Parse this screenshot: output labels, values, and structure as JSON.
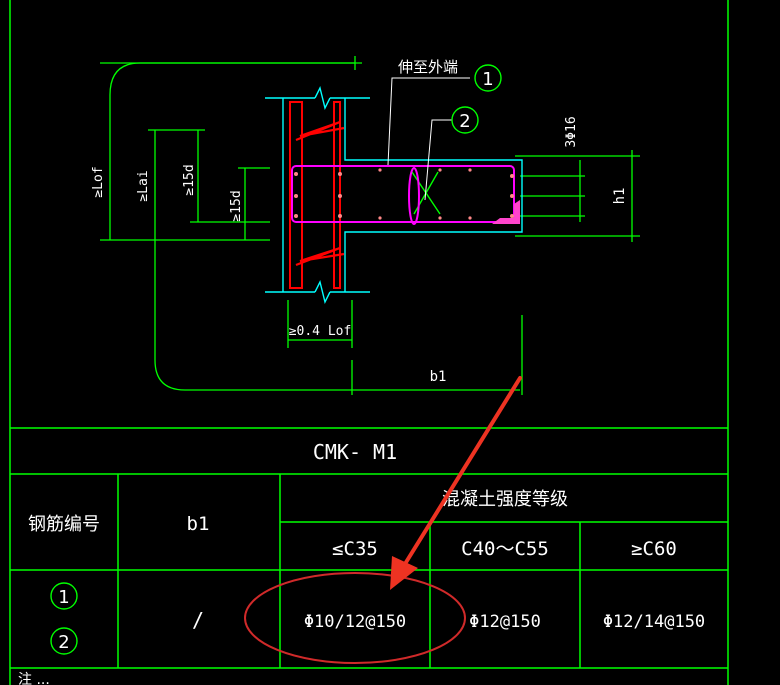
{
  "colors": {
    "background": "#000000",
    "frame": "#00ff00",
    "rebar": "#ff0000",
    "concrete": "#00ffff",
    "stirrup": "#ff00ff",
    "annotation": "#ffffff",
    "arrow": "#ee3322",
    "highlight": "#d02a2a"
  },
  "drawing": {
    "label_extend": "伸至外端",
    "callout_1": "1",
    "callout_2": "2",
    "dim_lof": "≥Lof",
    "dim_lai": "≥Lai",
    "dim_15d_a": "≥15d",
    "dim_15d_b": "≥15d",
    "dim_top_bar": "3Φ16",
    "dim_h1": "h1",
    "dim_04": "≥0.4 Lof",
    "dim_b1": "b1"
  },
  "table": {
    "title": "CMK- M1",
    "col_rebar_no": "钢筋编号",
    "col_b1": "b1",
    "col_grade": "混凝土强度等级",
    "sub_c35": "≤C35",
    "sub_c40_55": "C40～C55",
    "sub_c60": "≥C60",
    "row_no_1": "1",
    "row_no_2": "2",
    "row_b1": "/",
    "row_c35": "Φ10/12@150",
    "row_c40_55": "Φ12@150",
    "row_c60": "Φ12/14@150"
  },
  "footer_note": "注 ..."
}
